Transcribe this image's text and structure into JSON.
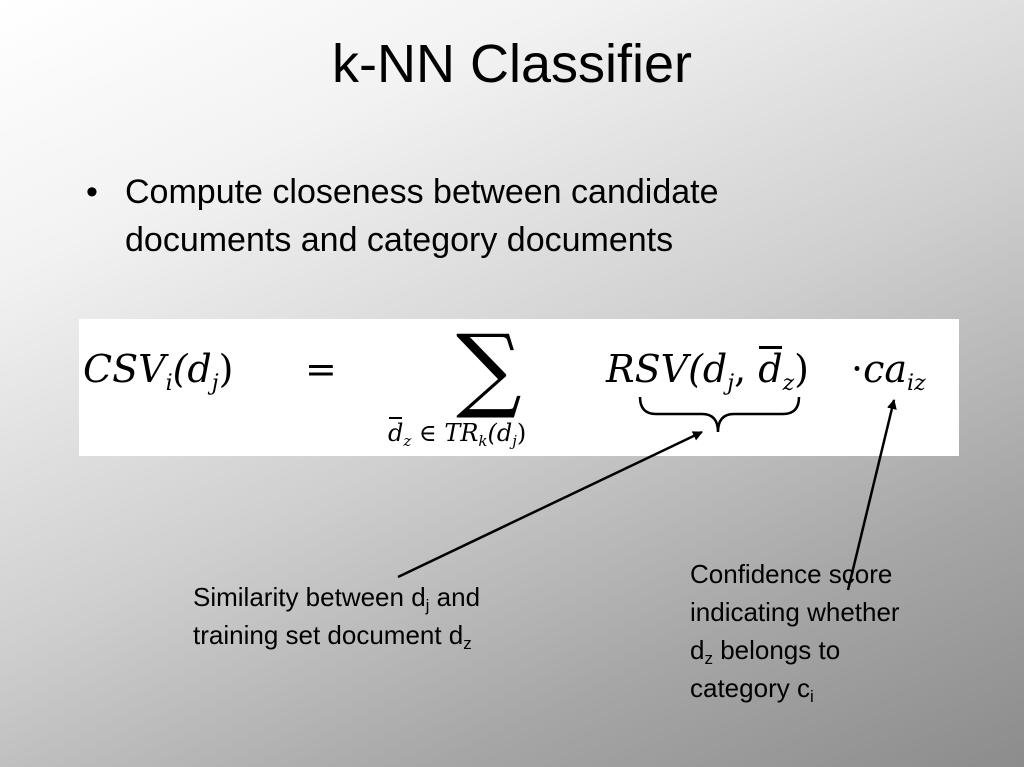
{
  "slide": {
    "title": "k-NN Classifier",
    "bullet_symbol": "•",
    "bullet_text": "Compute closeness between candidate documents and category documents"
  },
  "formula": {
    "lhs_main": "CSV",
    "lhs_sub": "i",
    "lhs_open": "(d",
    "lhs_arg_sub": "j",
    "lhs_close": ")",
    "equals": "=",
    "sum_symbol": "∑",
    "sum_d": "d",
    "sum_d_sub": "z",
    "sum_in": "∈",
    "sum_tr": "TR",
    "sum_tr_sub": "k",
    "sum_tr_open": "(d",
    "sum_tr_arg_sub": "j",
    "sum_tr_close": ")",
    "rsv_main": "RSV",
    "rsv_open": "(d",
    "rsv_arg1_sub": "j",
    "rsv_comma": ", ",
    "rsv_arg2": "d",
    "rsv_arg2_sub": "z",
    "rsv_close": ")",
    "dot": "·",
    "ca_main": "ca",
    "ca_sub": "iz"
  },
  "annotations": {
    "similarity": {
      "line1_pre": "Similarity between d",
      "line1_sub": "j",
      "line1_post": " and",
      "line2_pre": "training set document d",
      "line2_sub": "z"
    },
    "confidence": {
      "line1": "Confidence score",
      "line2": "indicating whether",
      "line3_pre": "d",
      "line3_sub": "z",
      "line3_post": " belongs to",
      "line4_pre": "category c",
      "line4_sub": "i"
    }
  }
}
